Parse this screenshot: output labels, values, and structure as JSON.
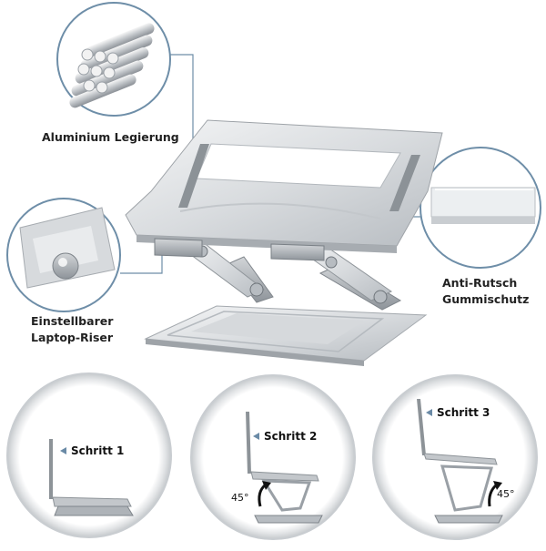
{
  "labels": {
    "aluminium": "Aluminium Legierung",
    "anti_rutsch": [
      "Anti-Rutsch",
      "Gummischutz"
    ],
    "riser": [
      "Einstellbarer",
      "Laptop-Riser"
    ]
  },
  "steps": [
    {
      "label": "Schritt 1",
      "angle": ""
    },
    {
      "label": "Schritt 2",
      "angle": "45°"
    },
    {
      "label": "Schritt 3",
      "angle": "45°"
    }
  ],
  "icons": {
    "step_marker": "triangle-left-icon",
    "rotate_arrow": "curved-arrow-icon"
  },
  "colors": {
    "metal_light": "#e8eaec",
    "metal_mid": "#c9cdd1",
    "metal_dark": "#9aa0a6",
    "callout_line": "#6e8ea8",
    "ring_outer": "#cfd2d5"
  }
}
